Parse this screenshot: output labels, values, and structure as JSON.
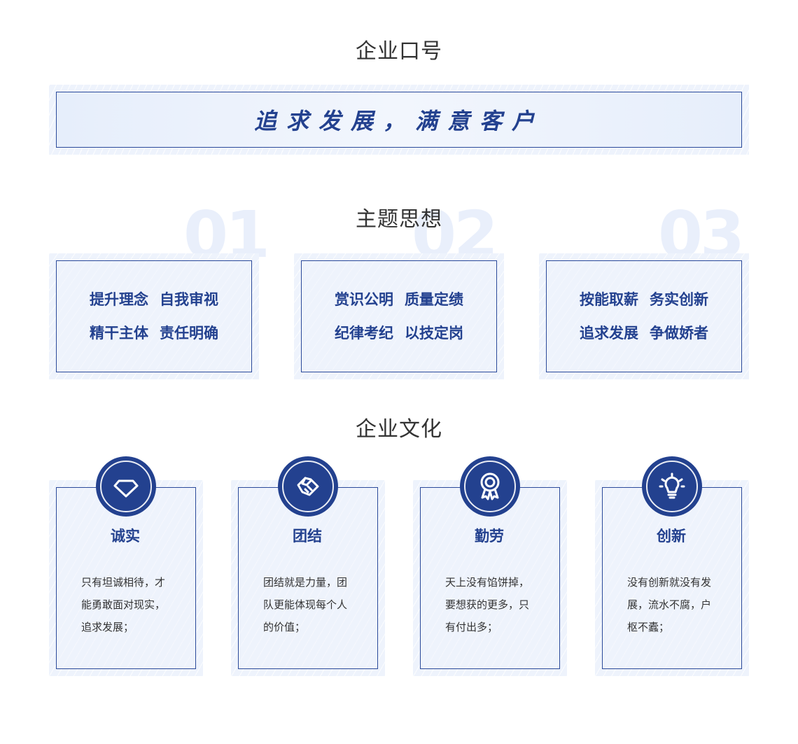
{
  "slogan_section": {
    "title": "企业口号",
    "slogan": "追求发展，满意客户"
  },
  "theme_section": {
    "title": "主题思想",
    "cards": [
      {
        "number": "01",
        "lines": [
          [
            "提升理念",
            "自我审视"
          ],
          [
            "精干主体",
            "责任明确"
          ]
        ]
      },
      {
        "number": "02",
        "lines": [
          [
            "赏识公明",
            "质量定绩"
          ],
          [
            "纪律考纪",
            "以技定岗"
          ]
        ]
      },
      {
        "number": "03",
        "lines": [
          [
            "按能取薪",
            "务实创新"
          ],
          [
            "追求发展",
            "争做娇者"
          ]
        ]
      }
    ]
  },
  "culture_section": {
    "title": "企业文化",
    "cards": [
      {
        "icon": "diamond-icon",
        "title": "诚实",
        "lines": [
          "只有坦诚相待，才",
          "能勇敢面对现实，",
          "追求发展；"
        ]
      },
      {
        "icon": "handshake-icon",
        "title": "团结",
        "lines": [
          "团结就是力量，团",
          "队更能体现每个人",
          "的价值；"
        ]
      },
      {
        "icon": "medal-icon",
        "title": "勤劳",
        "lines": [
          "天上没有馅饼掉，",
          "要想获的更多，只",
          "有付出多；"
        ]
      },
      {
        "icon": "lightbulb-icon",
        "title": "创新",
        "lines": [
          "没有创新就没有发",
          "展，流水不腐，户",
          "枢不蠹；"
        ]
      }
    ]
  },
  "colors": {
    "accent": "#23418f",
    "card_bg": "#eef3fc",
    "text": "#333333"
  }
}
